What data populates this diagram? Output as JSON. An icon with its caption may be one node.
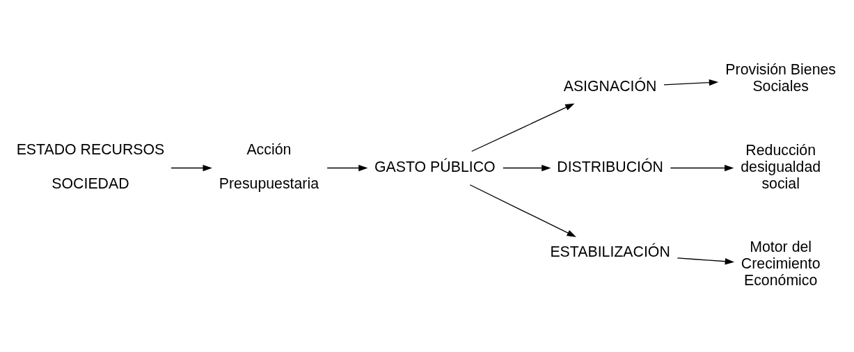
{
  "diagram": {
    "nodes": [
      {
        "text": [
          "ESTADO RECURSOS",
          "SOCIEDAD"
        ]
      },
      {
        "text": [
          "Acción",
          "Presupuestaria"
        ]
      },
      {
        "text": [
          "GASTO PÚBLICO"
        ]
      },
      {
        "text": [
          "ASIGNACIÓN"
        ]
      },
      {
        "text": [
          "DISTRIBUCIÓN"
        ]
      },
      {
        "text": [
          "ESTABILIZACIÓN"
        ]
      },
      {
        "text": [
          "Provisión Bienes Sociales"
        ]
      },
      {
        "text": [
          "Reducción desigualdad social"
        ]
      },
      {
        "text": [
          "Motor del Crecimiento Económico"
        ]
      }
    ],
    "edges": [
      {
        "from": 0,
        "to": 1,
        "arrow": "to"
      },
      {
        "from": 1,
        "to": 2,
        "arrow": "to"
      },
      {
        "from": 2,
        "to": 3,
        "arrow": "to"
      },
      {
        "from": 2,
        "to": 4,
        "arrow": "to"
      },
      {
        "from": 2,
        "to": 5,
        "arrow": "to"
      },
      {
        "from": 3,
        "to": 6,
        "arrow": "to"
      },
      {
        "from": 4,
        "to": 7,
        "arrow": "to"
      },
      {
        "from": 5,
        "to": 8,
        "arrow": "to"
      }
    ]
  }
}
